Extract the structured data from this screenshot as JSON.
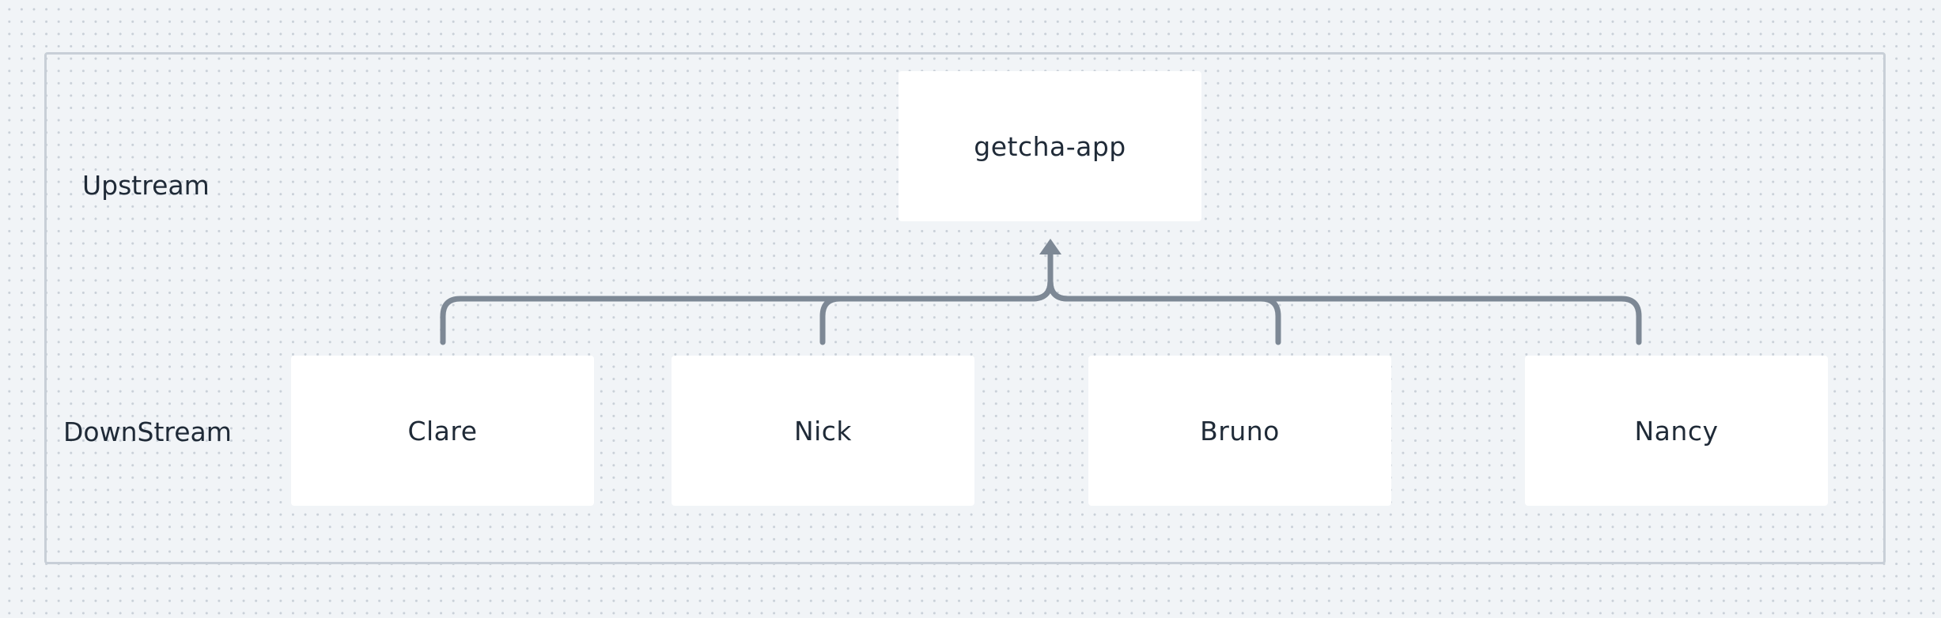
{
  "diagram": {
    "row_labels": {
      "upstream": "Upstream",
      "downstream": "DownStream"
    },
    "upstream_node": "getcha-app",
    "downstream_nodes": [
      "Clare",
      "Nick",
      "Bruno",
      "Nancy"
    ],
    "colors": {
      "background": "#f1f4f7",
      "frame_border": "#c8cfd7",
      "node_fill": "#ffffff",
      "connector": "#7d8895",
      "text": "#1f2a37"
    }
  }
}
